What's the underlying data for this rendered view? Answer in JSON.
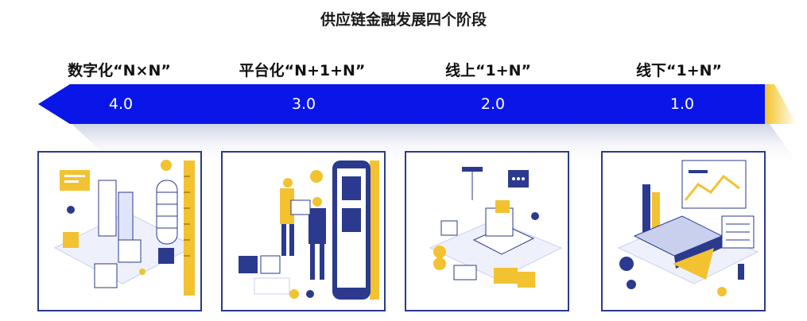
{
  "title": "供应链金融发展四个阶段",
  "stages": [
    {
      "label": "数字化“N×N”",
      "version": "4.0"
    },
    {
      "label": "平台化“N+1+N”",
      "version": "3.0"
    },
    {
      "label": "线上“1+N”",
      "version": "2.0"
    },
    {
      "label": "线下“1+N”",
      "version": "1.0"
    }
  ],
  "colors": {
    "arrow": "#0a16e8",
    "accent": "#f2c230",
    "card_border": "#2b3a8e"
  },
  "illustrations": [
    "digital-city-illustration",
    "platform-people-illustration",
    "online-logistics-illustration",
    "offline-analytics-illustration"
  ]
}
